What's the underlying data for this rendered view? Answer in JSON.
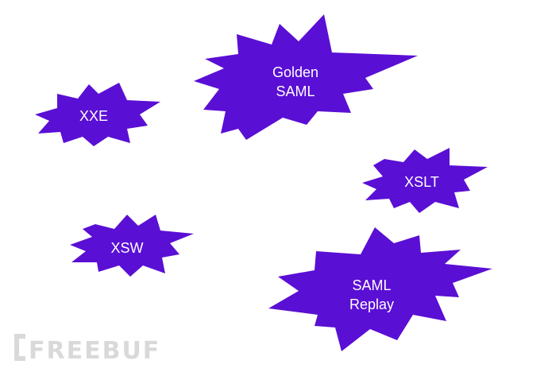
{
  "burst_color": "#5a0fd4",
  "label_color": "#ffffff",
  "bursts": [
    {
      "id": "golden-saml",
      "lines": [
        "Golden",
        "SAML"
      ]
    },
    {
      "id": "xxe",
      "lines": [
        "XXE"
      ]
    },
    {
      "id": "xslt",
      "lines": [
        "XSLT"
      ]
    },
    {
      "id": "xsw",
      "lines": [
        "XSW"
      ]
    },
    {
      "id": "saml-replay",
      "lines": [
        "SAML",
        "Replay"
      ]
    }
  ],
  "watermark": {
    "text": "FREEBUF",
    "color": "#d9d9d9",
    "icon": "bracket-logo-icon"
  }
}
